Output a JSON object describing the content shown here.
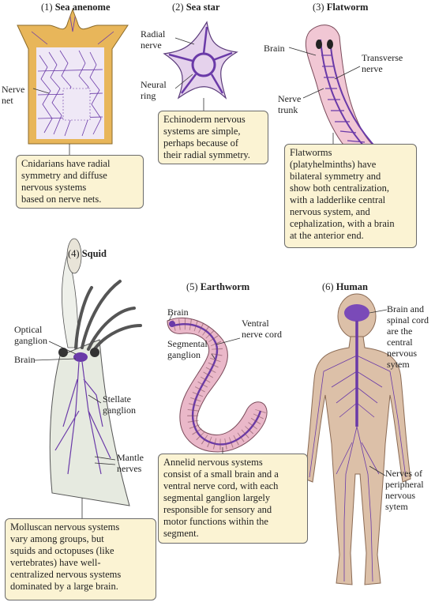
{
  "panels": {
    "anemone": {
      "num": "(1)",
      "name": "Sea anenome",
      "label_nerve_net": "Nerve\nnet",
      "caption": "Cnidarians have radial\nsymmetry and diffuse\nnervous systems\nbased on nerve nets."
    },
    "seastar": {
      "num": "(2)",
      "name": "Sea star",
      "label_radial_nerve": "Radial\nnerve",
      "label_neural_ring": "Neural\nring",
      "caption": "Echinoderm nervous\nsystems are simple,\nperhaps because of\ntheir radial symmetry."
    },
    "flatworm": {
      "num": "(3)",
      "name": "Flatworm",
      "label_brain": "Brain",
      "label_transverse": "Transverse\nnerve",
      "label_trunk": "Nerve\ntrunk",
      "caption": "Flatworms\n(platyhelminths) have\nbilateral symmetry and\nshow both centralization,\nwith a ladderlike central\nnervous system, and\ncephalization, with a brain\nat the anterior end."
    },
    "squid": {
      "num": "(4)",
      "name": "Squid",
      "label_optical": "Optical\nganglion",
      "label_brain": "Brain",
      "label_stellate": "Stellate\nganglion",
      "label_mantle": "Mantle\nnerves",
      "caption": "Molluscan nervous systems\nvary among groups, but\nsquids and octopuses (like\nvertebrates) have well-\ncentralized nervous systems\ndominated by a large brain."
    },
    "earthworm": {
      "num": "(5)",
      "name": "Earthworm",
      "label_brain": "Brain",
      "label_segmental": "Segmental\nganglion",
      "label_ventral": "Ventral\nnerve cord",
      "caption": "Annelid nervous systems\nconsist of a small brain and a\nventral nerve cord, with each\nsegmental ganglion largely\nresponsible for sensory and\nmotor functions within the\nsegment."
    },
    "human": {
      "num": "(6)",
      "name": "Human",
      "label_brain_spinal": "Brain and\nspinal cord\nare the\ncentral\nnervous\nsytem",
      "label_peripheral": "Nerves of\nperipheral\nnervous\nsytem"
    }
  },
  "colors": {
    "nerve": "#6a3aa8",
    "anemone_body": "#e8b65a",
    "star_body": "#e5d2ec",
    "worm_body": "#eab8c9",
    "human_body": "#dcc0a8",
    "squid_body": "#e6eae0",
    "caption_bg": "#fbf3d3"
  }
}
